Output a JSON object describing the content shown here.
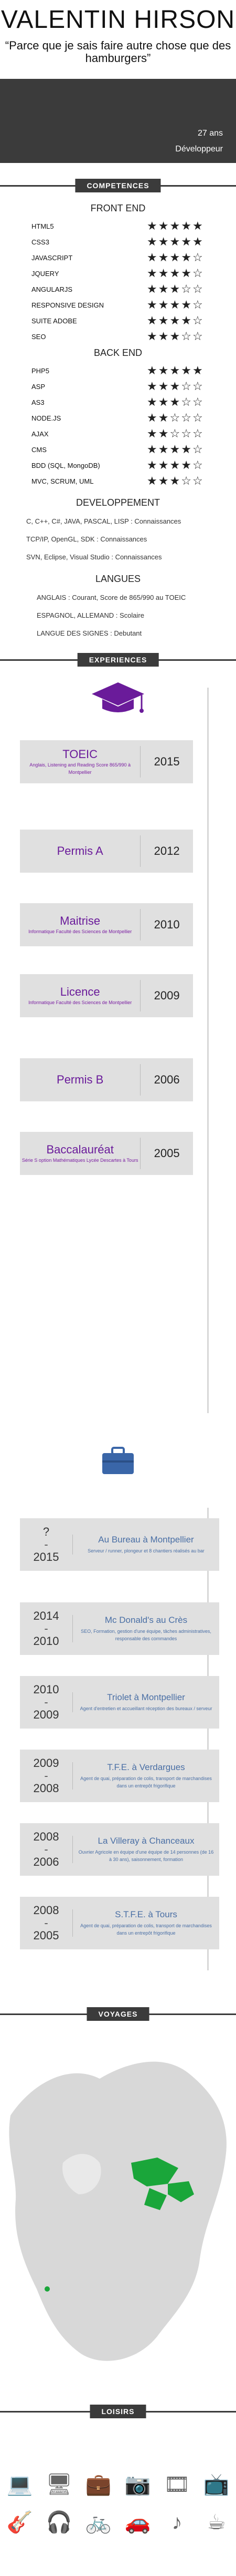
{
  "header": {
    "name": "VALENTIN HIRSON",
    "quote": "“Parce que je sais faire autre chose que des hamburgers”",
    "age": "27 ans",
    "job": "Développeur"
  },
  "sections": {
    "skills": "COMPETENCES",
    "experiences": "EXPERIENCES",
    "travel": "VOYAGES",
    "hobbies": "LOISIRS"
  },
  "skills": {
    "front_title": "FRONT END",
    "front": [
      {
        "label": "HTML5",
        "rating": 5
      },
      {
        "label": "CSS3",
        "rating": 5
      },
      {
        "label": "JAVASCRIPT",
        "rating": 4
      },
      {
        "label": "JQUERY",
        "rating": 4
      },
      {
        "label": "ANGULARJS",
        "rating": 3
      },
      {
        "label": "RESPONSIVE DESIGN",
        "rating": 4
      },
      {
        "label": "SUITE ADOBE",
        "rating": 4
      },
      {
        "label": "SEO",
        "rating": 3
      }
    ],
    "back_title": "BACK END",
    "back": [
      {
        "label": "PHP5",
        "rating": 5
      },
      {
        "label": "ASP",
        "rating": 3
      },
      {
        "label": "AS3",
        "rating": 3
      },
      {
        "label": "NODE.JS",
        "rating": 2
      },
      {
        "label": "AJAX",
        "rating": 2
      },
      {
        "label": "CMS",
        "rating": 4
      },
      {
        "label": "BDD (SQL, MongoDB)",
        "rating": 4
      },
      {
        "label": "MVC, SCRUM, UML",
        "rating": 3
      }
    ],
    "dev_title": "DEVELOPPEMENT",
    "dev": [
      "C, C++, C#, JAVA, PASCAL, LISP : Connaissances",
      "TCP/IP, OpenGL, SDK : Connaissances",
      "SVN, Eclipse, Visual Studio : Connaissances"
    ],
    "lang_title": "LANGUES",
    "langs": [
      "ANGLAIS : Courant, Score de 865/990 au TOEIC",
      "ESPAGNOL, ALLEMAND : Scolaire",
      "LANGUE DES SIGNES : Debutant"
    ]
  },
  "education": [
    {
      "title": "TOEIC",
      "detail": "Anglais, Listening and Reading Score 865/990 à Montpellier",
      "year": "2015"
    },
    {
      "title": "Permis A",
      "detail": "",
      "year": "2012"
    },
    {
      "title": "Maitrise",
      "detail": "Informatique Faculté des Sciences de Montpellier",
      "year": "2010"
    },
    {
      "title": "Licence",
      "detail": "Informatique Faculté des Sciences de Montpellier",
      "year": "2009"
    },
    {
      "title": "Permis B",
      "detail": "",
      "year": "2006"
    },
    {
      "title": "Baccalauréat",
      "detail": "Série S option Mathématiques Lycée Descartes à Tours",
      "year": "2005"
    }
  ],
  "work": [
    {
      "from": "?",
      "to": "2015",
      "title": "Au Bureau à Montpellier",
      "desc": "Serveur / runner, plongeur et 8 chantiers réalisés au bar"
    },
    {
      "from": "2014",
      "to": "2010",
      "title": "Mc Donald's au Crès",
      "desc": "SEO, Formation, gestion d'une équipe, tâches administratives, responsable des commandes"
    },
    {
      "from": "2010",
      "to": "2009",
      "title": "Triolet à Montpellier",
      "desc": "Agent d'entretien et accueillant réception des bureaux / serveur"
    },
    {
      "from": "2009",
      "to": "2008",
      "title": "T.F.E. à Verdargues",
      "desc": "Agent de quai, préparation de colis, transport de marchandises dans un entrepôt frigorifique"
    },
    {
      "from": "2008",
      "to": "2006",
      "title": "La Villeray à Chanceaux",
      "desc": "Ouvrier Agricole en équipe d'une équipe de 14 personnes (de 16 à 30 ans), saisonnement, formation"
    },
    {
      "from": "2008",
      "to": "2005",
      "title": "S.T.F.E. à Tours",
      "desc": "Agent de quai, préparation de colis, transport de marchandises dans un entrepôt frigorifique"
    }
  ],
  "hobby_icons": [
    "laptop-icon",
    "monitor-icon",
    "briefcase-icon",
    "camera-icon",
    "film-icon",
    "tv-icon",
    "guitar-icon",
    "headphones-icon",
    "bicycle-icon",
    "car-icon",
    "music-icon",
    "coffee-icon"
  ],
  "colors": {
    "dark": "#3b3b3b",
    "card": "#e0e0e0",
    "purple": "#7b1fa2",
    "blue": "#4a6fa5",
    "visited": "#26a83a"
  }
}
